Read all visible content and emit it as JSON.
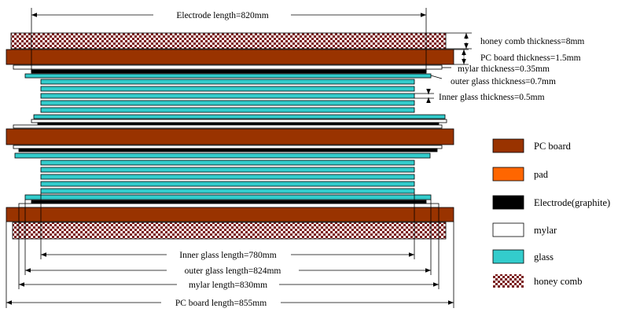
{
  "colors": {
    "pc_board": "#993300",
    "pad": "#ff6600",
    "electrode": "#000000",
    "mylar": "#ffffff",
    "glass": "#33cccc",
    "honeycomb_a": "#7a1a1a",
    "honeycomb_b": "#ffffff"
  },
  "annotations": {
    "electrode_length": "Electrode length=820mm",
    "honeycomb_thickness": "honey comb thickness=8mm",
    "pc_board_thickness": "PC board thickness=1.5mm",
    "mylar_thickness": "mylar thickness=0.35mm",
    "outer_glass_thickness": "outer glass thickness=0.7mm",
    "inner_glass_thickness": "Inner glass thickness=0.5mm",
    "inner_glass_length": "Inner glass length=780mm",
    "outer_glass_length": "outer glass length=824mm",
    "mylar_length": "mylar length=830mm",
    "pc_board_length": "PC board length=855mm"
  },
  "legend": [
    {
      "label": "PC board",
      "swatch": "pc_board"
    },
    {
      "label": "pad",
      "swatch": "pad"
    },
    {
      "label": "Electrode(graphite)",
      "swatch": "electrode"
    },
    {
      "label": "mylar",
      "swatch": "mylar"
    },
    {
      "label": "glass",
      "swatch": "glass"
    },
    {
      "label": "honey comb",
      "swatch": "honeycomb"
    }
  ]
}
